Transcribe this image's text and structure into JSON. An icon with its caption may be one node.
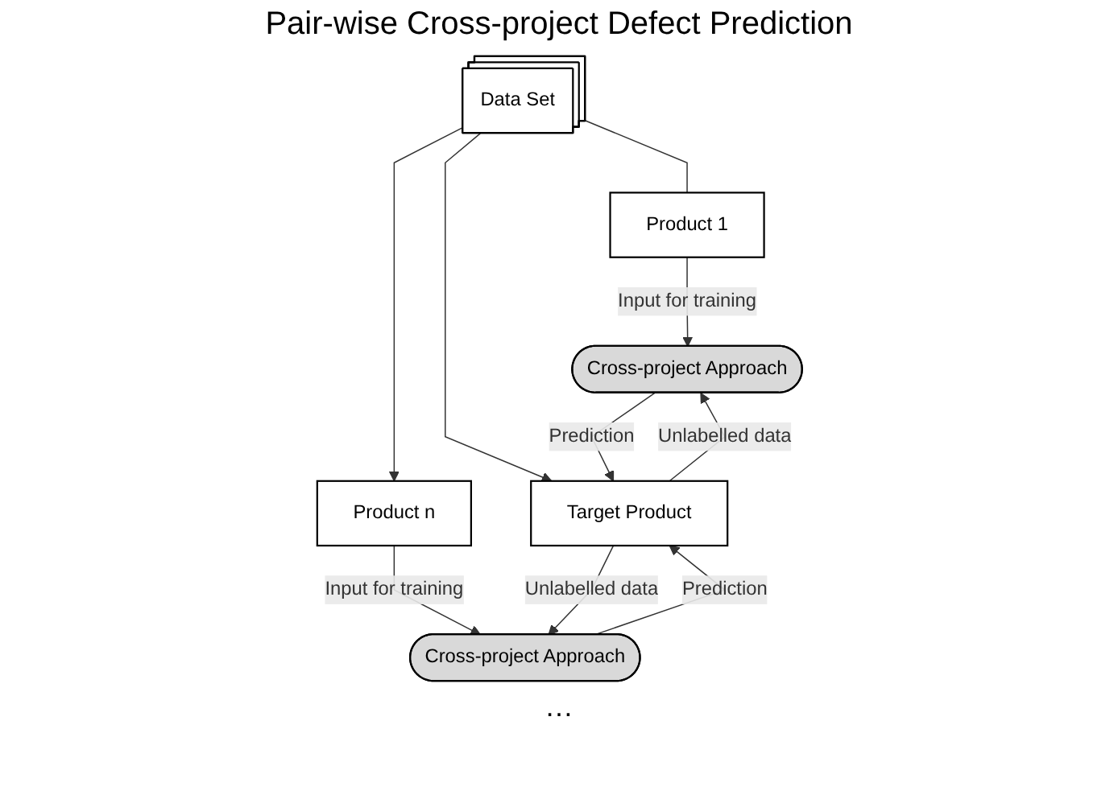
{
  "diagram": {
    "title": "Pair-wise Cross-project Defect Prediction",
    "nodes": [
      {
        "text": [
          "Data Set"
        ]
      },
      {
        "text": [
          "Product 1"
        ]
      },
      {
        "text": [
          "Product n"
        ]
      },
      {
        "text": [
          "Target Product"
        ]
      },
      {
        "text": [
          "Cross-project Approach"
        ]
      },
      {
        "text": [
          "Cross-project Approach"
        ]
      }
    ],
    "edges": [
      {
        "from": 0,
        "to": 1,
        "arrow": "none"
      },
      {
        "from": 0,
        "to": 2,
        "arrow": "to"
      },
      {
        "from": 0,
        "to": 3,
        "arrow": "to"
      },
      {
        "from": 1,
        "to": 4,
        "label": "Input for training",
        "arrow": "to"
      },
      {
        "from": 2,
        "to": 5,
        "label": "Input for training",
        "arrow": "to"
      },
      {
        "from": 4,
        "to": 3,
        "label": "Prediction",
        "arrow": "to"
      },
      {
        "from": 3,
        "to": 4,
        "label": "Unlabelled data",
        "arrow": "to"
      },
      {
        "from": 5,
        "to": 3,
        "label": "Prediction",
        "arrow": "to"
      },
      {
        "from": 3,
        "to": 5,
        "label": "Unlabelled data",
        "arrow": "to"
      }
    ],
    "labels": [
      "…"
    ]
  }
}
